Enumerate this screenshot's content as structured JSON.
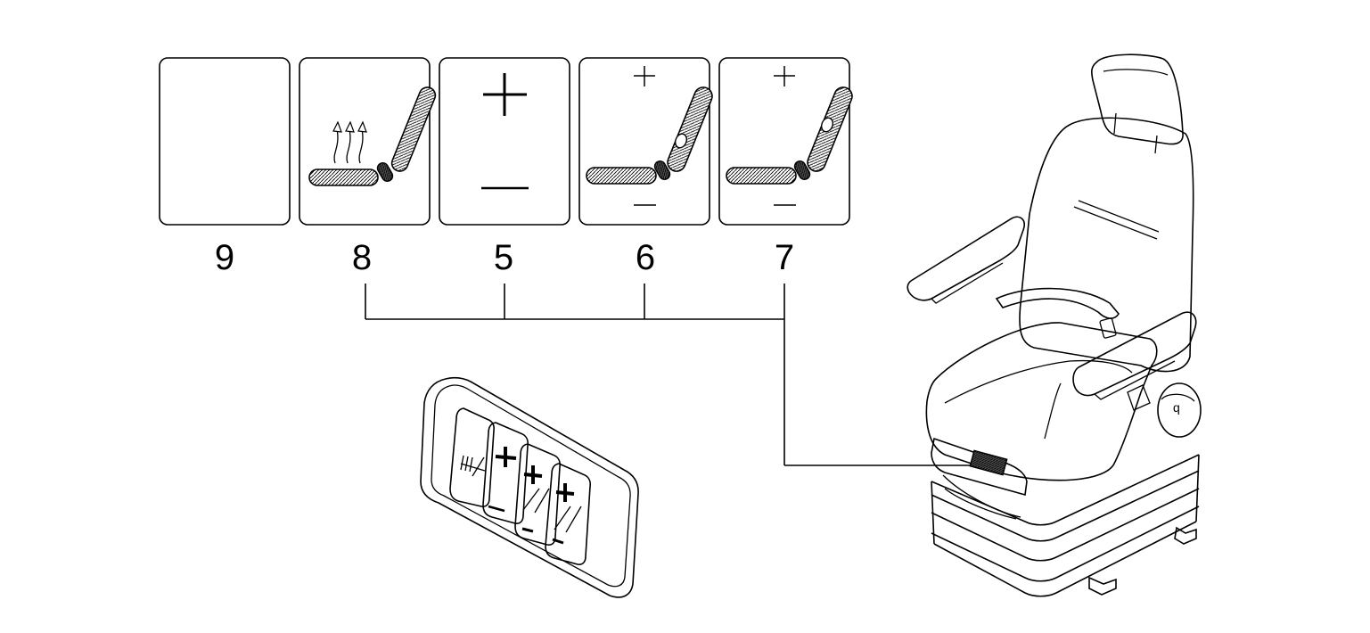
{
  "panels": [
    {
      "label": "9",
      "icon": "blank-panel"
    },
    {
      "label": "8",
      "icon": "seat-heating-icon"
    },
    {
      "label": "5",
      "icon": "plus-minus-icon"
    },
    {
      "label": "6",
      "icon": "lumbar-support-lower-icon"
    },
    {
      "label": "7",
      "icon": "lumbar-support-upper-icon"
    }
  ],
  "symbols": {
    "plus": "+",
    "minus": "—"
  },
  "switch_symbols": {
    "plus": "+",
    "minus": "–"
  },
  "colors": {
    "line": "#000000",
    "background": "#ffffff"
  }
}
